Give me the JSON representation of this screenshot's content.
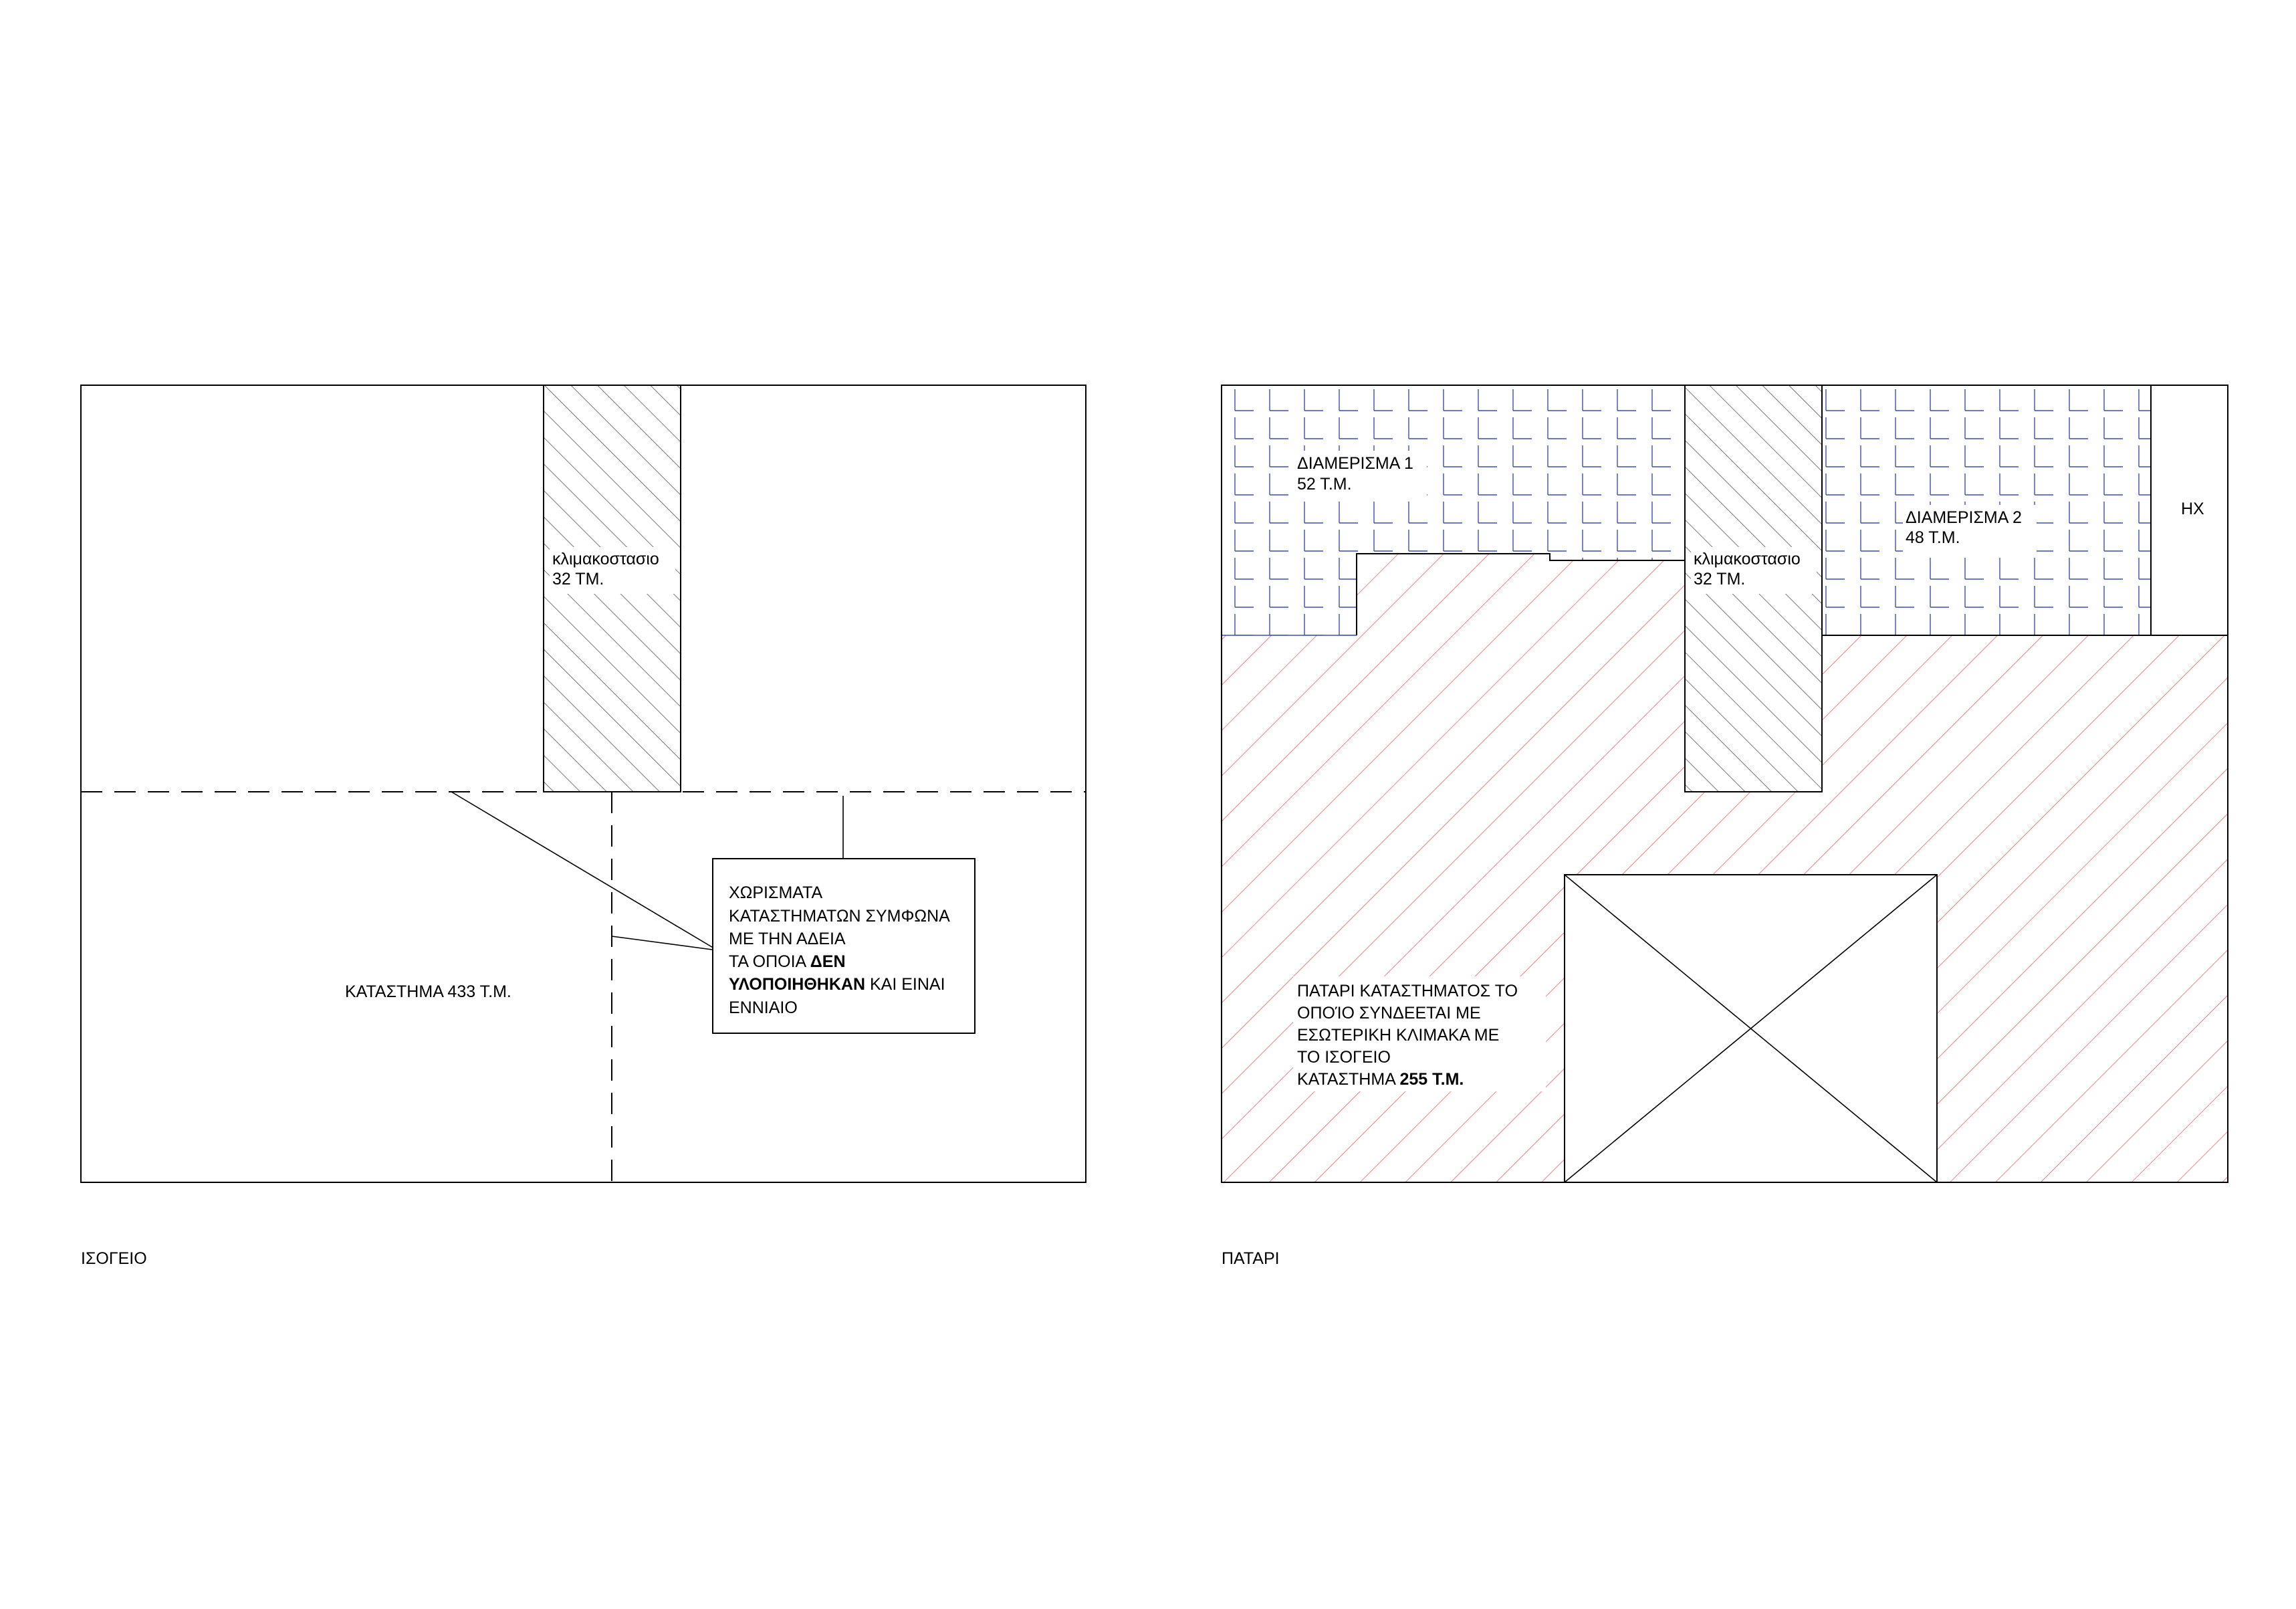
{
  "ground_floor": {
    "title": "ΙΣΟΓΕΙΟ",
    "stair_label": [
      "κλιμακοστασιο",
      "32 ΤΜ."
    ],
    "shop_label": "ΚΑΤΑΣΤΗΜΑ 433 Τ.Μ.",
    "note": {
      "line1": "ΧΩΡΙΣΜΑΤΑ",
      "line2": "ΚΑΤΑΣΤΗΜΑΤΩΝ ΣΥΜΦΩΝΑ",
      "line3": "ΜΕ ΤΗΝ ΑΔΕΙΑ",
      "line4_a": "ΤΑ ΟΠΟΙΑ ",
      "line4_b": "ΔΕΝ",
      "line5_a": "ΥΛΟΠΟΙΗΘΗΚΑΝ",
      "line5_b": " ΚΑΙ ΕΙΝΑΙ",
      "line6": "ΕΝΝΙΑΙΟ"
    }
  },
  "mezzanine": {
    "title": "ΠΑΤΑΡΙ",
    "apartment1": [
      "ΔΙΑΜΕΡΙΣΜΑ 1",
      "52 Τ.Μ."
    ],
    "apartment2": [
      "ΔΙΑΜΕΡΙΣΜΑ 2",
      "48 Τ.Μ."
    ],
    "stair_label": [
      "κλιμακοστασιο",
      "32 ΤΜ."
    ],
    "hx_label": "ΗΧ",
    "mezz_label": {
      "line1": "ΠΑΤΑΡΙ ΚΑΤΑΣΤΗΜΑΤΟΣ ΤΟ",
      "line2": "ΟΠΟΊΟ ΣΥΝΔΕΕΤΑΙ ΜΕ",
      "line3": "ΕΣΩΤΕΡΙΚΗ ΚΛΙΜΑΚΑ ΜΕ",
      "line4": "ΤΟ ΙΣΟΓΕΙΟ",
      "line5_a": "ΚΑΤΑΣΤΗΜΑ ",
      "line5_b": "255 Τ.Μ."
    }
  },
  "colors": {
    "line": "#000000",
    "hatch_grey": "#555555",
    "hatch_red": "#d9534f",
    "grid_blue": "#3b4ea8"
  }
}
